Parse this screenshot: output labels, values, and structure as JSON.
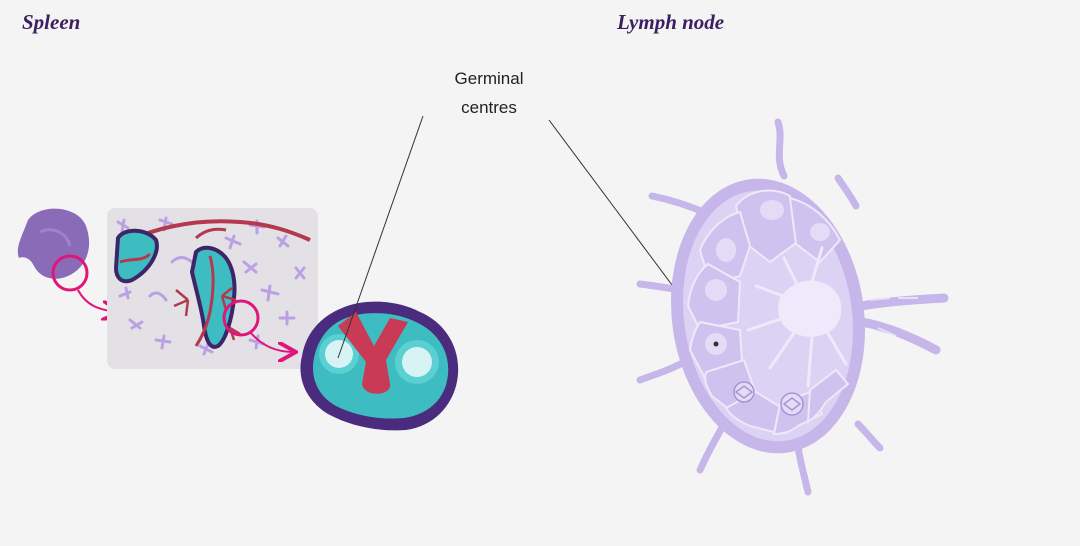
{
  "titles": {
    "spleen": "Spleen",
    "lymph_node": "Lymph node"
  },
  "callout": {
    "line1": "Germinal",
    "line2": "centres"
  },
  "colors": {
    "background": "#f4f4f5",
    "title": "#3a2060",
    "spleen_organ": "#8a6bb8",
    "white_pulp": "#3dbdc1",
    "germinal_centre": "#d8f3f3",
    "vessel": "#c93a55",
    "capsule": "#4b2b7e",
    "lymph_node": "#c6b6ea",
    "zoom_circle": "#e0157a"
  }
}
